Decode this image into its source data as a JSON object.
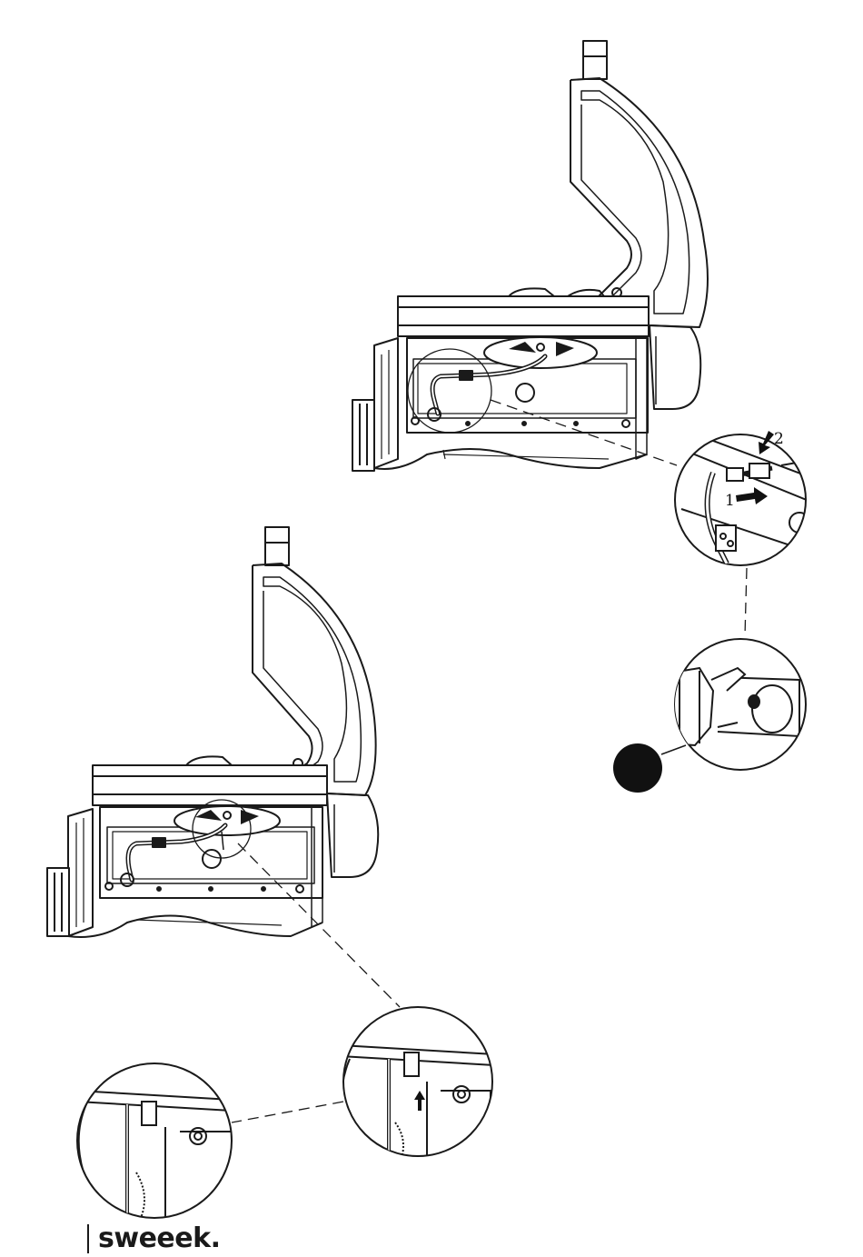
{
  "callouts": {
    "step_1": "1",
    "step_2": "2"
  },
  "brand": {
    "logo_text": "sweeek."
  },
  "colors": {
    "line": "#1a1a1a",
    "marker": "#111111",
    "background": "#ffffff"
  },
  "icons": [
    "arrow-right-icon",
    "arrow-down-icon",
    "arrow-up-icon",
    "step-marker-dot"
  ]
}
